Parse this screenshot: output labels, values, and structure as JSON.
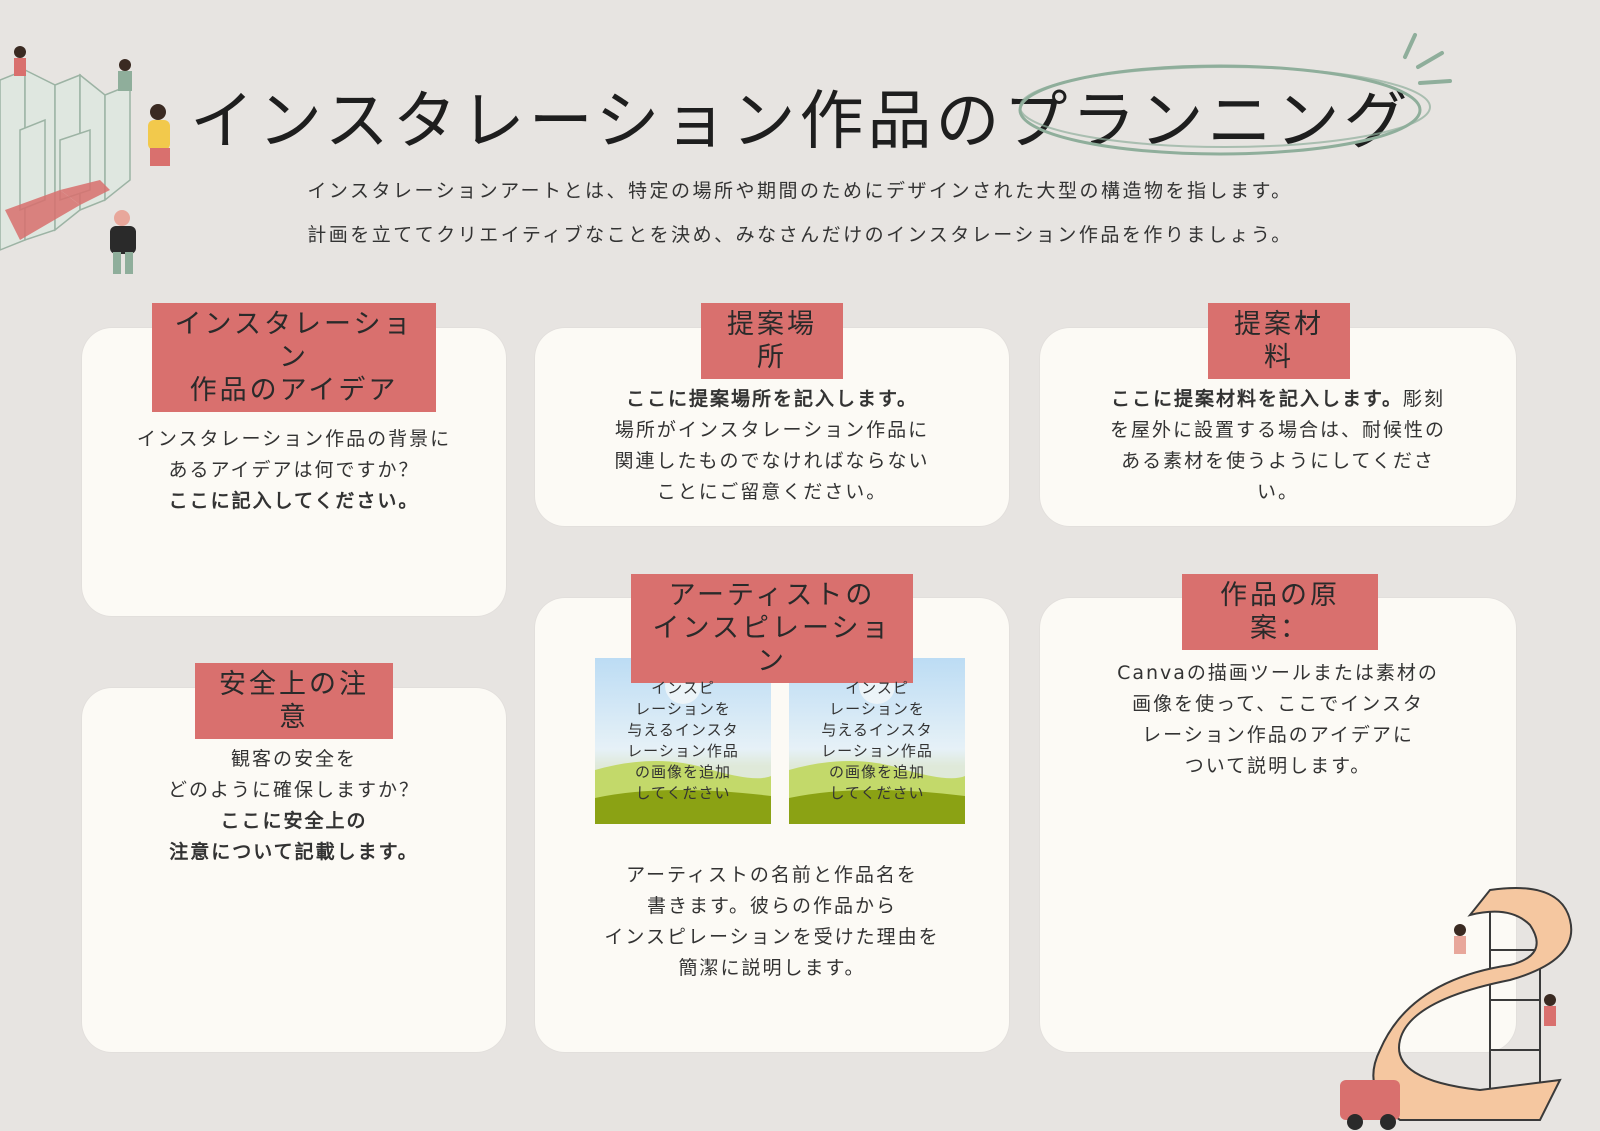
{
  "page": {
    "title": "インスタレーション作品のプランニング",
    "intro_line1": "インスタレーションアートとは、特定の場所や期間のためにデザインされた大型の構造物を指します。",
    "intro_line2": "計画を立ててクリエイティブなことを決め、みなさんだけのインスタレーション作品を作りましょう。"
  },
  "colors": {
    "background": "#e7e4e1",
    "card": "#fcfaf5",
    "label": "#d9706e",
    "accent_sage": "#8fae9b"
  },
  "cards": {
    "idea": {
      "label_line1": "インスタレーション",
      "label_line2": "作品のアイデア",
      "line1": "インスタレーション作品の背景に",
      "line2": "あるアイデアは何ですか？",
      "line3": "ここに記入してください。"
    },
    "location": {
      "label": "提案場所",
      "line1": "ここに提案場所を記入します。",
      "line2": "場所がインスタレーション作品に",
      "line3": "関連したものでなければならない",
      "line4": "ことにご留意ください。"
    },
    "materials": {
      "label": "提案材料",
      "line1a": "ここに提案材料を記入します。",
      "line1b": "彫刻",
      "line2": "を屋外に設置する場合は、耐候性の",
      "line3": "ある素材を使うようにしてくださ",
      "line4": "い。"
    },
    "safety": {
      "label": "安全上の注意",
      "line1": "観客の安全を",
      "line2": "どのように確保しますか？",
      "line3": "ここに安全上の",
      "line4": "注意について記載します。"
    },
    "inspiration": {
      "label_line1": "アーティストの",
      "label_line2": "インスピレーション",
      "placeholder_text": "インスピレーションを与えるインスタレーション作品の画像を追加してください",
      "placeholder1": [
        "インスピ",
        "レーションを",
        "与えるインスタ",
        "レーション作品",
        "の画像を追加",
        "してください"
      ],
      "placeholder2": [
        "インスピ",
        "レーションを",
        "与えるインスタ",
        "レーション作品",
        "の画像を追加",
        "してください"
      ],
      "line1": "アーティストの名前と作品名を",
      "line2": "書きます。彼らの作品から",
      "line3": "インスピレーションを受けた理由を",
      "line4": "簡潔に説明します。"
    },
    "draft": {
      "label": "作品の原案：",
      "line1": "Canvaの描画ツールまたは素材の",
      "line2": "画像を使って、ここでインスタ",
      "line3": "レーション作品のアイデアに",
      "line4": "ついて説明します。"
    }
  },
  "icons": {
    "top_left": "maze-people-illustration",
    "bottom_right": "ribbon-sculpture-workers-illustration",
    "title_decoration": "hand-drawn-circle-highlight"
  }
}
